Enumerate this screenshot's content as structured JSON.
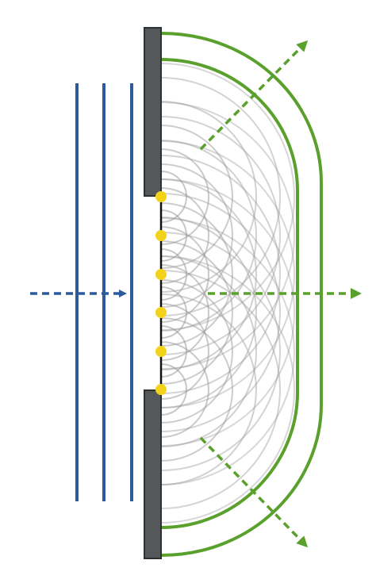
{
  "diagram": {
    "colors": {
      "incident_wave": "#2d5a9a",
      "incident_arrow": "#2d5a9a",
      "barrier": "#55585a",
      "barrier_edge": "#2e3133",
      "slit_line": "#111111",
      "sources": "#f2d21b",
      "wavelets": "#9a9a9a",
      "wavefront": "#5aa02c",
      "outgoing_arrows": "#5aa02c"
    },
    "incident_wavefront_count": 3,
    "secondary_source_count": 6,
    "wavelet_rings_per_source": 6,
    "outgoing_wavefront_count": 2,
    "outgoing_direction_count": 3
  }
}
